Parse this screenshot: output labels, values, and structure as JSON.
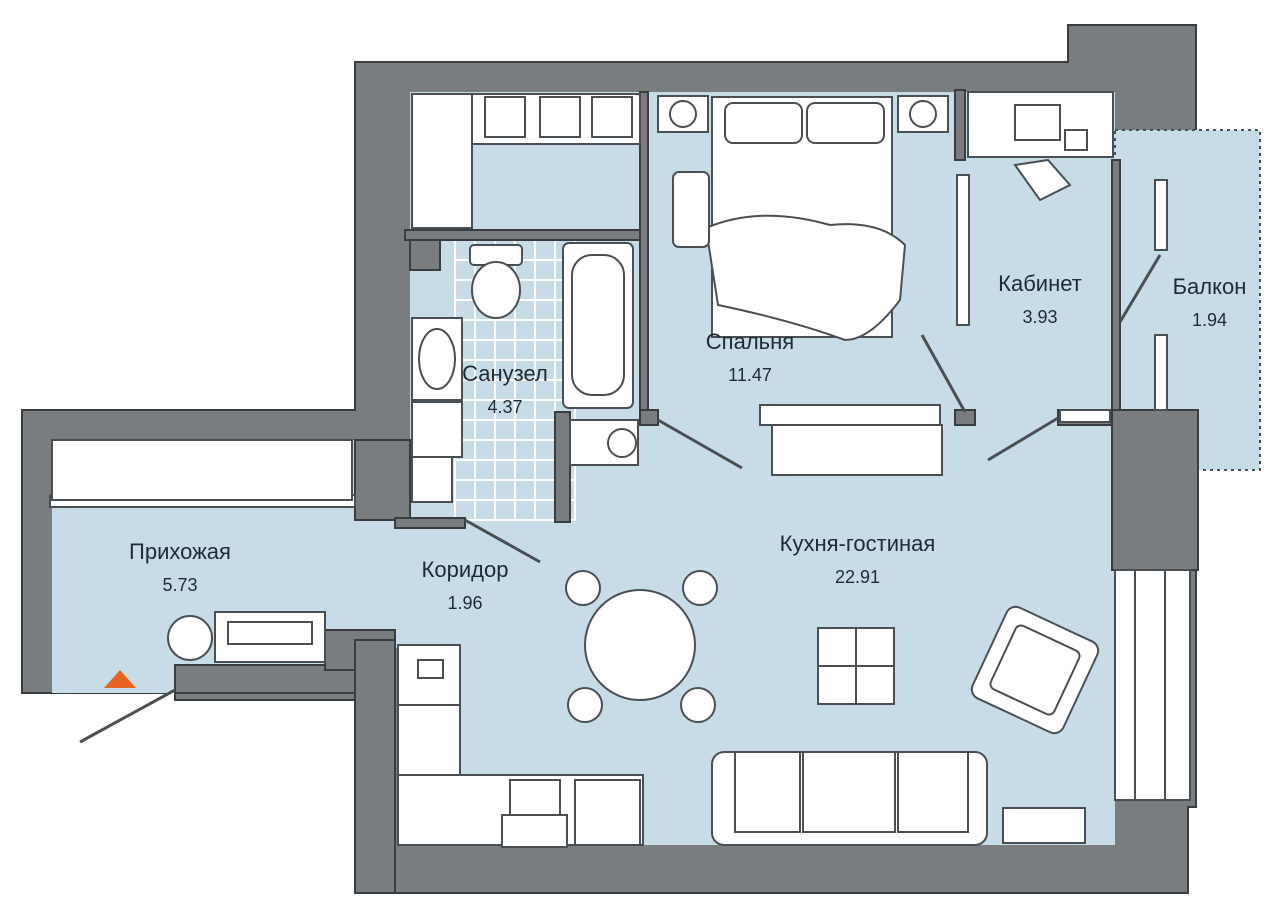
{
  "rooms": [
    {
      "id": "hallway",
      "name": "Прихожая",
      "area": "5.73"
    },
    {
      "id": "corridor",
      "name": "Коридор",
      "area": "1.96"
    },
    {
      "id": "bathroom",
      "name": "Санузел",
      "area": "4.37"
    },
    {
      "id": "bedroom",
      "name": "Спальня",
      "area": "11.47"
    },
    {
      "id": "study",
      "name": "Кабинет",
      "area": "3.93"
    },
    {
      "id": "balcony",
      "name": "Балкон",
      "area": "1.94"
    },
    {
      "id": "kitchen_living",
      "name": "Кухня-гостиная",
      "area": "22.91"
    }
  ],
  "colors": {
    "floor": "#c8dce8",
    "wall": "#7a7d7f",
    "entrance_marker": "#e8641e",
    "furniture_outline": "#4a4f54"
  },
  "icons": [
    "entrance-arrow-icon",
    "bed-icon",
    "sofa-icon",
    "dining-table-icon",
    "armchair-icon",
    "desk-icon",
    "toilet-icon",
    "bathtub-icon",
    "sink-icon",
    "washing-machine-icon",
    "stove-icon",
    "wardrobe-icon"
  ]
}
